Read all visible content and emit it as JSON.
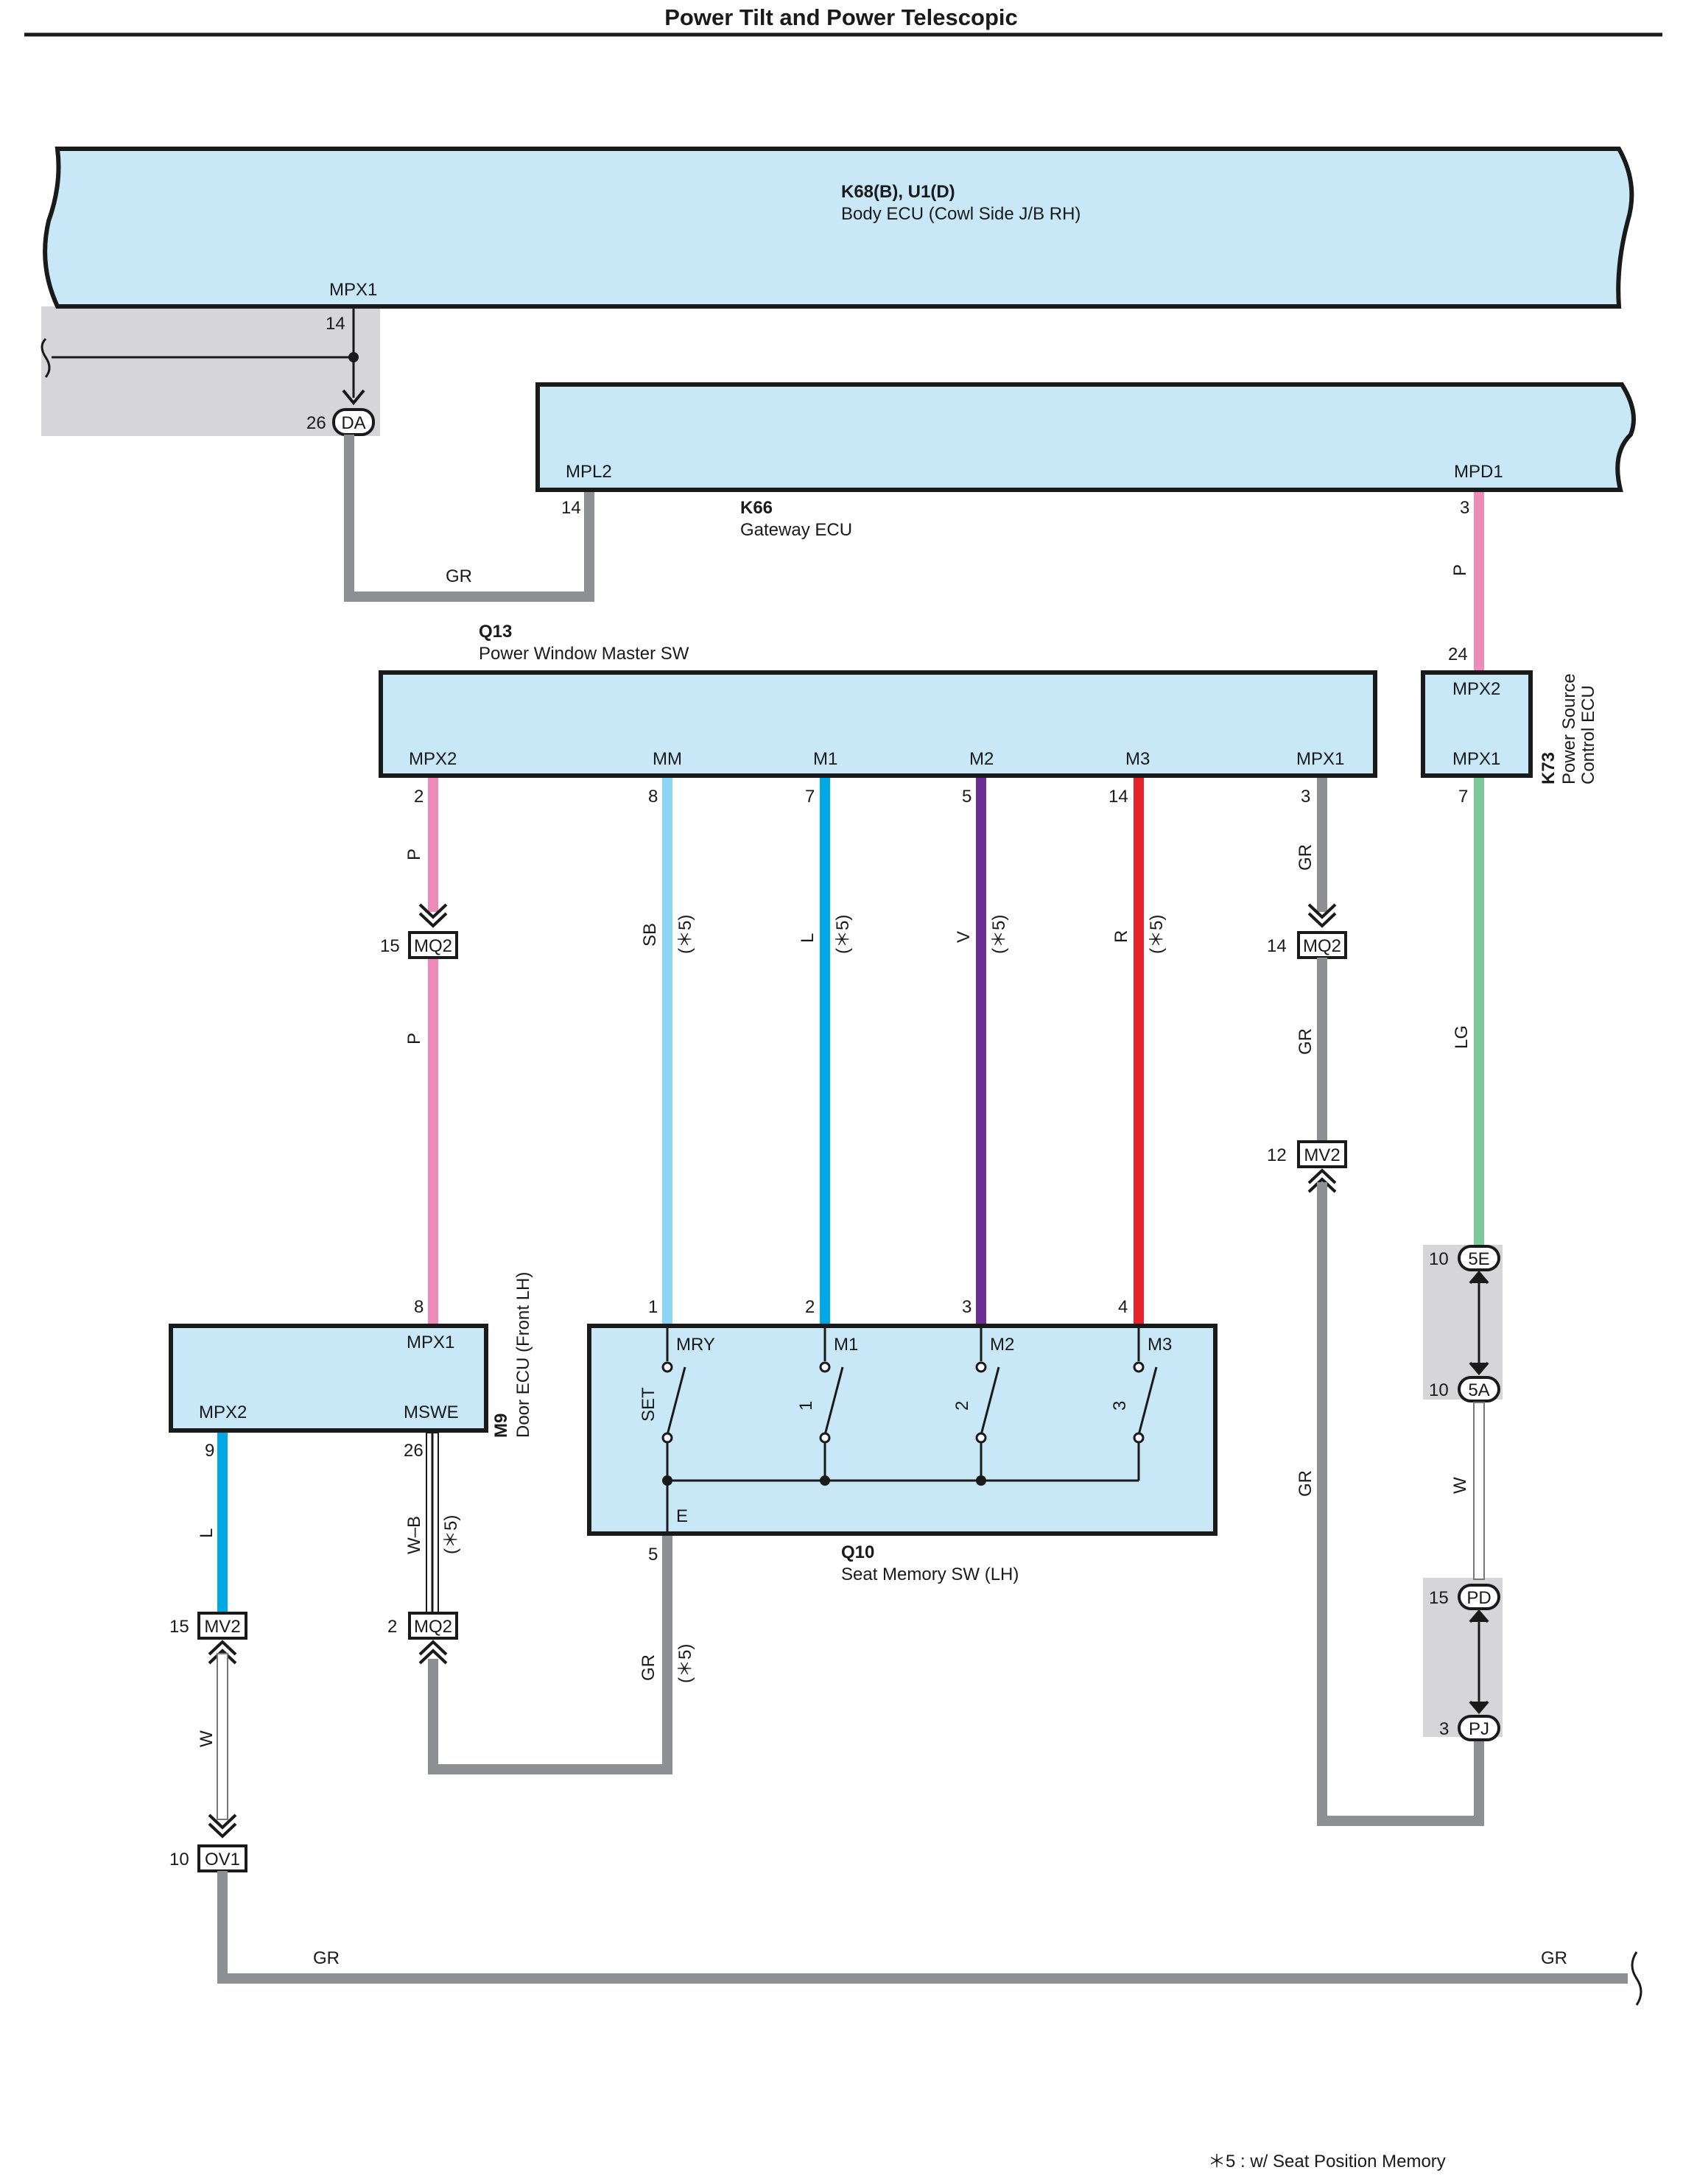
{
  "title": "Power Tilt and Power Telescopic",
  "footnote": "＊5 : w/ Seat Position Memory",
  "components": {
    "body_ecu": {
      "code": "K68(B), U1(D)",
      "name": "Body ECU (Cowl Side J/B RH)",
      "pin": "MPX1",
      "pin_no": "14"
    },
    "gateway": {
      "code": "K66",
      "name": "Gateway ECU",
      "pin_left": "MPL2",
      "pin_left_no": "14",
      "pin_right": "MPD1",
      "pin_right_no": "3"
    },
    "pwm_sw": {
      "code": "Q13",
      "name": "Power Window Master SW",
      "pins": [
        {
          "name": "MPX2",
          "no": "2"
        },
        {
          "name": "MM",
          "no": "8"
        },
        {
          "name": "M1",
          "no": "7"
        },
        {
          "name": "M2",
          "no": "5"
        },
        {
          "name": "M3",
          "no": "14"
        },
        {
          "name": "MPX1",
          "no": "3"
        }
      ]
    },
    "psc_ecu": {
      "code": "K73",
      "name_line1": "Power Source",
      "name_line2": "Control ECU",
      "pin_top": "MPX2",
      "pin_top_no": "24",
      "pin_bottom": "MPX1",
      "pin_bottom_no": "7"
    },
    "door_ecu": {
      "code": "M9",
      "name": "Door ECU (Front LH)",
      "pin_top": "MPX1",
      "pin_top_no": "8",
      "pin_left": "MPX2",
      "pin_left_no": "9",
      "pin_right": "MSWE",
      "pin_right_no": "26"
    },
    "seat_sw": {
      "code": "Q10",
      "name": "Seat Memory SW (LH)",
      "pins": [
        {
          "name": "MRY",
          "no": "1",
          "sw": "SET"
        },
        {
          "name": "M1",
          "no": "2",
          "sw": "1"
        },
        {
          "name": "M2",
          "no": "3",
          "sw": "2"
        },
        {
          "name": "M3",
          "no": "4",
          "sw": "3"
        }
      ],
      "ground": "E",
      "ground_no": "5"
    }
  },
  "connectors": {
    "da": {
      "id": "DA",
      "no": "26"
    },
    "mq2_a": {
      "id": "MQ2",
      "no": "15"
    },
    "mq2_b": {
      "id": "MQ2",
      "no": "14"
    },
    "mv2_a": {
      "id": "MV2",
      "no": "12"
    },
    "e5": {
      "id": "5E",
      "no": "10"
    },
    "a5": {
      "id": "5A",
      "no": "10"
    },
    "pd": {
      "id": "PD",
      "no": "15"
    },
    "pj": {
      "id": "PJ",
      "no": "3"
    },
    "mv2_b": {
      "id": "MV2",
      "no": "15"
    },
    "mq2_c": {
      "id": "MQ2",
      "no": "2"
    },
    "ov1": {
      "id": "OV1",
      "no": "10"
    }
  },
  "wires": {
    "gr": "GR",
    "p": "P",
    "sb": "SB",
    "l": "L",
    "v": "V",
    "r": "R",
    "lg": "LG",
    "w": "W",
    "wb": "W–B",
    "note": "(＊5)"
  },
  "colors": {
    "GR": "#8e8f93",
    "P": "#ee8ab8",
    "SB": "#8ad6f4",
    "L": "#00a9e6",
    "V": "#6c2d94",
    "R": "#e6232b",
    "LG": "#7dc99a",
    "W": "#ffffff",
    "ecu_fill": "#c8e8f8",
    "shade": "#d6d6d8"
  }
}
